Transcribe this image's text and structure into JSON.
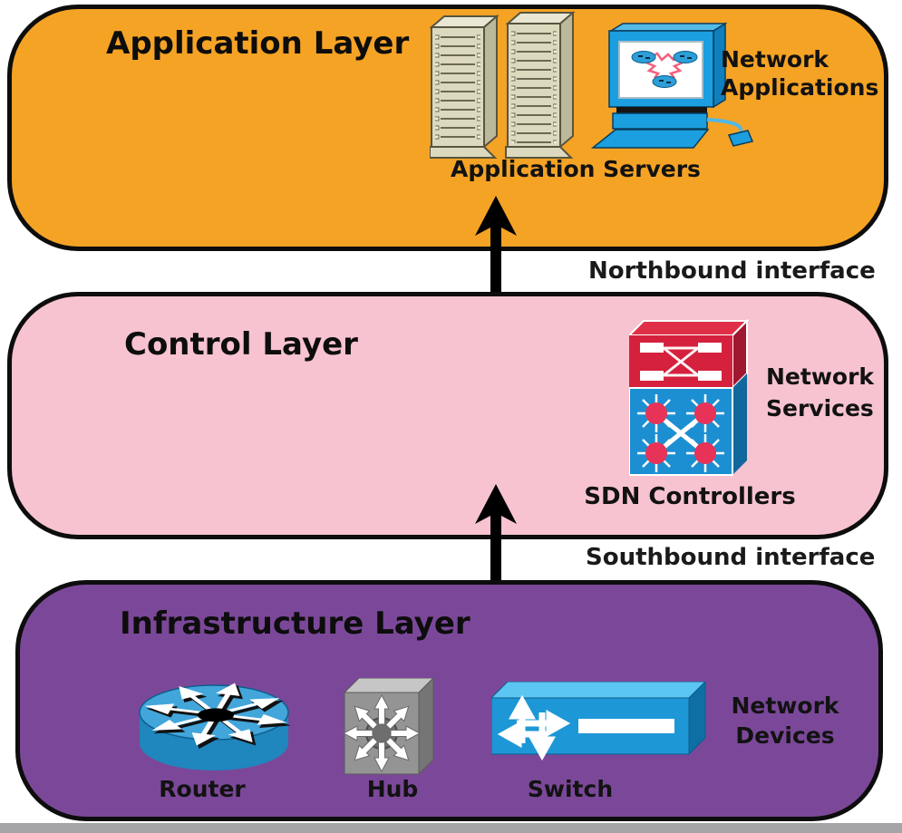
{
  "layers": {
    "application": {
      "title": "Application Layer",
      "servers_caption": "Application Servers",
      "apps_caption": {
        "line1": "Network",
        "line2": "Applications"
      }
    },
    "control": {
      "title": "Control Layer",
      "controllers_caption": "SDN Controllers",
      "services_caption": {
        "line1": "Network",
        "line2": "Services"
      }
    },
    "infrastructure": {
      "title": "Infrastructure Layer",
      "router_caption": "Router",
      "hub_caption": "Hub",
      "switch_caption": "Switch",
      "devices_caption": {
        "line1": "Network",
        "line2": "Devices"
      }
    }
  },
  "interfaces": {
    "northbound": {
      "label": "Northbound interface"
    },
    "southbound": {
      "label": "Southbound interface"
    }
  },
  "colors": {
    "application_layer_fill": "#F5A325",
    "control_layer_fill": "#F7C3D0",
    "infrastructure_layer_fill": "#7B4899",
    "box_outline": "#0d0d0d",
    "arrow": "#000000",
    "device_blue": "#1E97D6",
    "controller_red": "#D5213E",
    "controller_blue": "#1C8FD2",
    "server_beige": "#DCD9BE",
    "hub_gray": "#949494",
    "router_blue_top": "#42A6DA",
    "router_blue_side": "#1F86BE"
  }
}
